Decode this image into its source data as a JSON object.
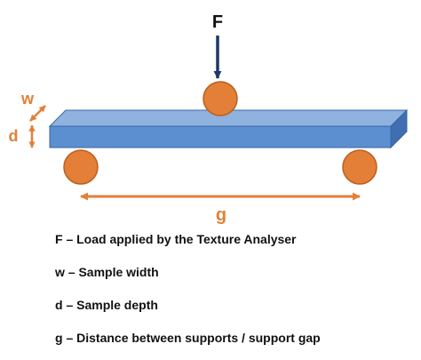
{
  "labels": {
    "force": "F",
    "width": "w",
    "depth": "d",
    "gap": "g"
  },
  "legend": [
    "F – Load applied by the Texture Analyser",
    "w – Sample width",
    "d – Sample depth",
    "g – Distance between supports / support gap"
  ],
  "colors": {
    "beam_top": "#8fb2de",
    "beam_front": "#5b8fd0",
    "beam_side": "#3f6fb0",
    "beam_edge": "#3a66a6",
    "roller_fill": "#e37f37",
    "roller_stroke": "#b9601f",
    "dimension": "#e37f37",
    "force_arrow": "#1f3865",
    "text": "#111111"
  },
  "icons": {
    "force": "down-arrow",
    "width": "diagonal-double-arrow",
    "depth": "vertical-double-arrow",
    "gap": "horizontal-double-arrow"
  }
}
